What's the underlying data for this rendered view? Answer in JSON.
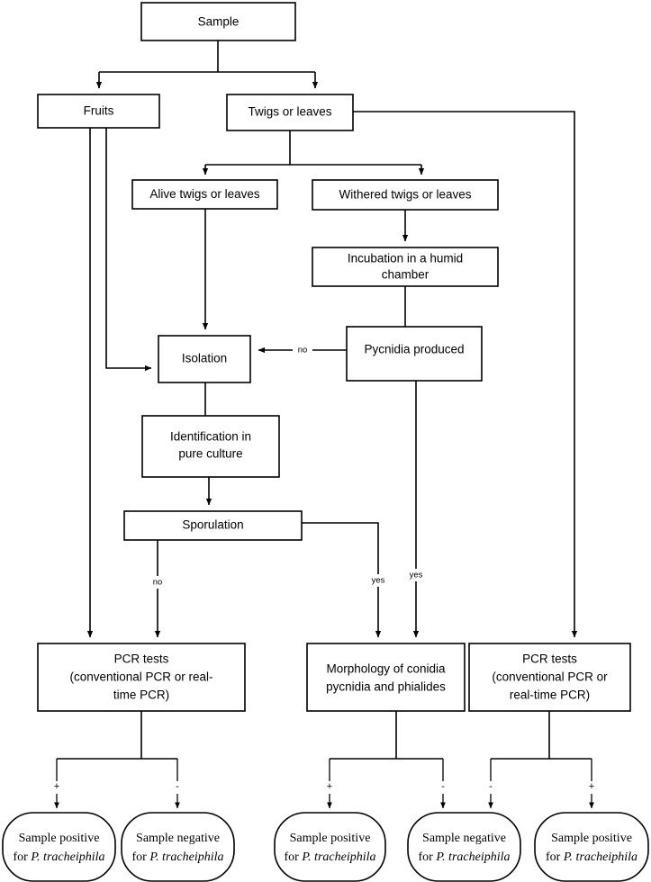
{
  "diagram": {
    "title": "Diagnostic flowchart for Plenodomus tracheiphila detection",
    "type": "flowchart",
    "background_color": "#ffffff",
    "line_color": "#000000",
    "node_fill": "#ffffff"
  },
  "nodes": [
    {
      "id": "sample",
      "label": "Sample",
      "shape": "rect"
    },
    {
      "id": "fruits",
      "label": "Fruits",
      "shape": "rect"
    },
    {
      "id": "twigs",
      "label": "Twigs or leaves",
      "shape": "rect"
    },
    {
      "id": "alive",
      "label": "Alive twigs or leaves",
      "shape": "rect"
    },
    {
      "id": "withered",
      "label": "Withered twigs or leaves",
      "shape": "rect"
    },
    {
      "id": "incubation",
      "label_line1": "Incubation in a humid",
      "label_line2": "chamber",
      "shape": "rect"
    },
    {
      "id": "pycnidia",
      "label": "Pycnidia produced",
      "shape": "rect"
    },
    {
      "id": "isolation",
      "label": "Isolation",
      "shape": "rect"
    },
    {
      "id": "identification",
      "label_line1": "Identification in",
      "label_line2": "pure culture",
      "shape": "rect"
    },
    {
      "id": "sporulation",
      "label": "Sporulation",
      "shape": "rect"
    },
    {
      "id": "pcr_left",
      "label_line1": "PCR tests",
      "label_line2": "(conventional PCR or real-",
      "label_line3": "time PCR)",
      "shape": "rect"
    },
    {
      "id": "morphology",
      "label_line1": "Morphology of conidia",
      "label_line2": "pycnidia and phialides",
      "shape": "rect"
    },
    {
      "id": "pcr_right",
      "label_line1": "PCR tests",
      "label_line2": "(conventional PCR or",
      "label_line3": "real-time PCR)",
      "shape": "rect"
    }
  ],
  "terminators": [
    {
      "id": "term1",
      "line1": "Sample positive",
      "line2_prefix": "for ",
      "line2_species": "P. tracheiphila"
    },
    {
      "id": "term2",
      "line1": "Sample negative",
      "line2_prefix": "for ",
      "line2_species": "P. tracheiphila"
    },
    {
      "id": "term3",
      "line1": "Sample positive",
      "line2_prefix": "for ",
      "line2_species": "P. tracheiphila"
    },
    {
      "id": "term4",
      "line1": "Sample negative",
      "line2_prefix": "for ",
      "line2_species": "P. tracheiphila"
    },
    {
      "id": "term5",
      "line1": "Sample positive",
      "line2_prefix": "for ",
      "line2_species": "P. tracheiphila"
    }
  ],
  "edge_labels": {
    "pycnidia_no": "no",
    "pycnidia_yes": "yes",
    "sporulation_no": "no",
    "sporulation_yes": "yes"
  },
  "sign_labels": {
    "s1": "+",
    "s2": "-",
    "s3": "+",
    "s4": "-",
    "s5": "-",
    "s6": "+"
  }
}
